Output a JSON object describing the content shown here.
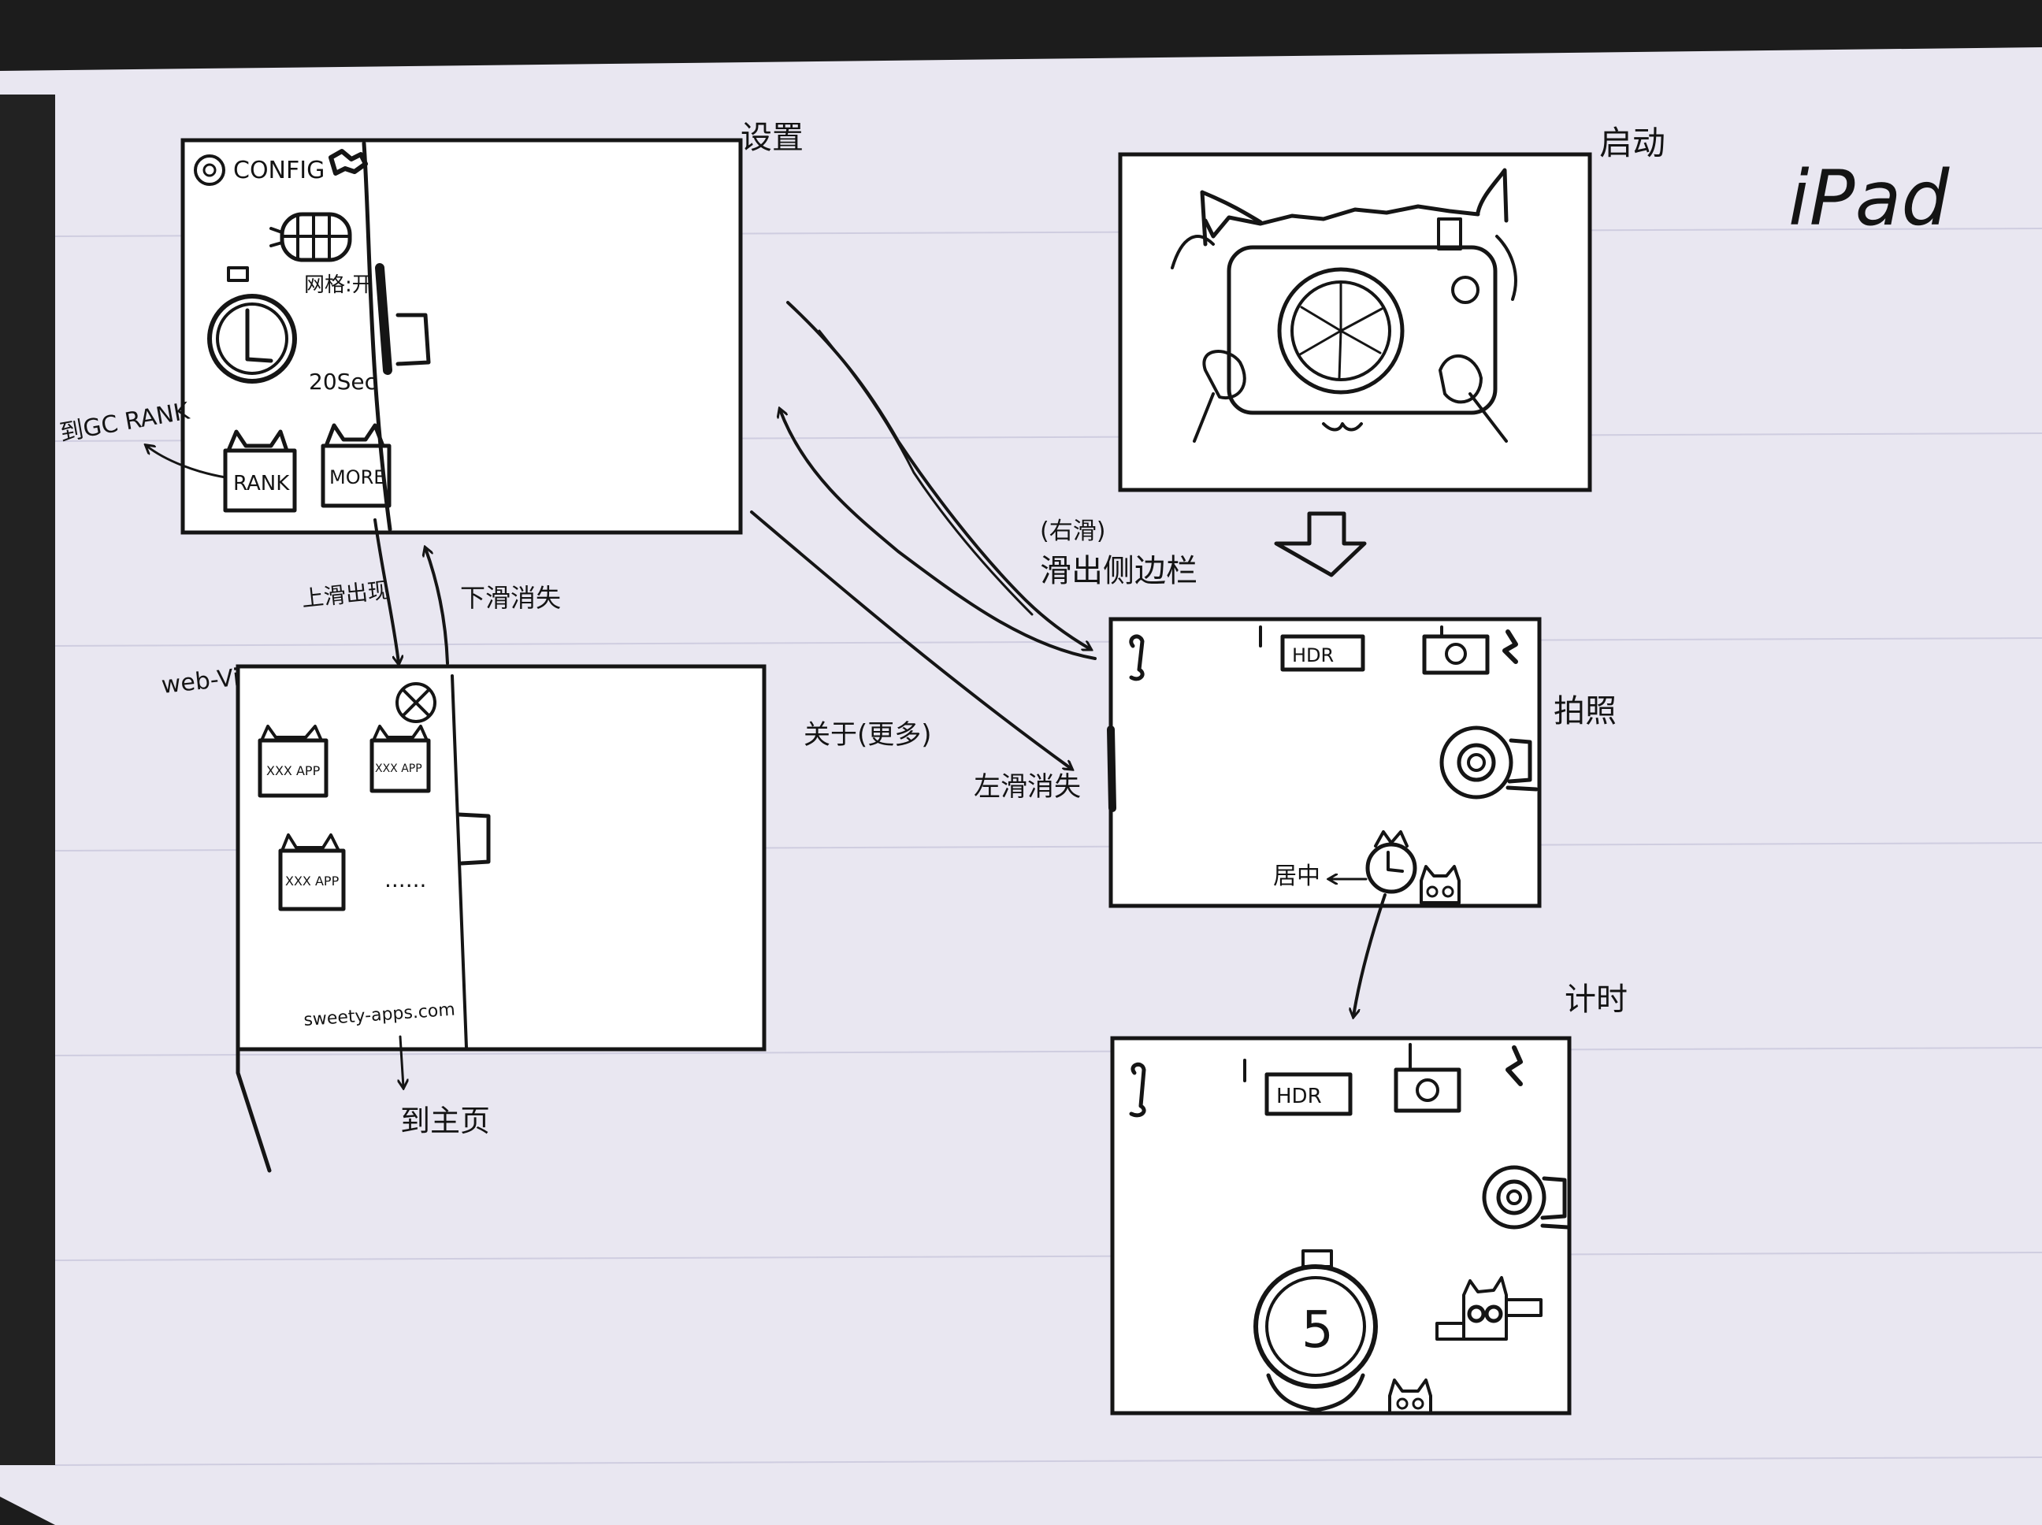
{
  "device_label": "iPad",
  "screens": {
    "startup": {
      "label": "启动"
    },
    "settings": {
      "label": "设置",
      "config_title": "CONFIG",
      "grid_label": "网格:开",
      "timer_value": "20Sec",
      "rank_button": "RANK",
      "more_button": "MORE",
      "rank_note": "到GC RANK"
    },
    "webview": {
      "label": "web-View",
      "app_tile": "XXX APP",
      "ellipsis": "......",
      "footer_url": "sweety-apps.com",
      "footer_note": "到主页"
    },
    "camera": {
      "label": "拍照",
      "hdr": "HDR",
      "center_note": "居中"
    },
    "timer": {
      "label": "计时",
      "hdr": "HDR",
      "countdown": "5"
    }
  },
  "annotations": {
    "swipe_up_show": "上滑出现",
    "swipe_down_hide": "下滑消失",
    "right_swipe": "(右滑)",
    "slide_out_sidebar": "滑出侧边栏",
    "about_more": "关于(更多)",
    "left_swipe_hide": "左滑消失"
  }
}
